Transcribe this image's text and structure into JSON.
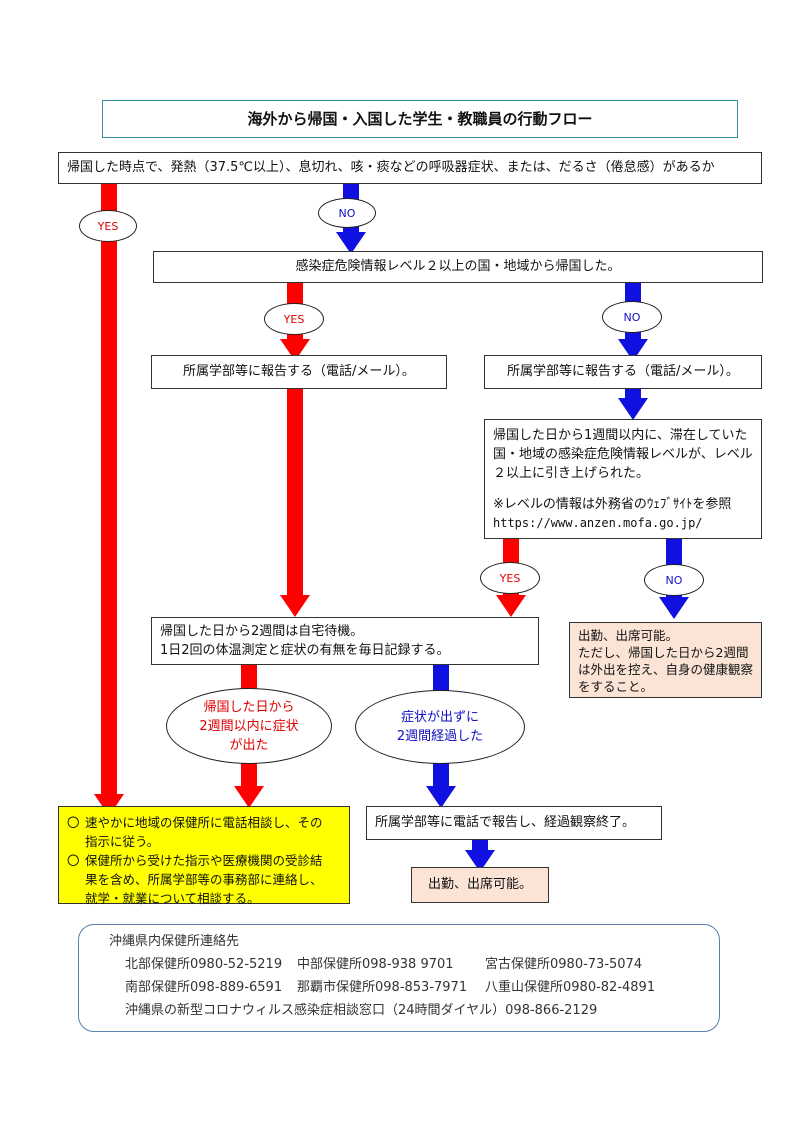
{
  "title": "海外から帰国・入国した学生・教職員の行動フロー",
  "q1": "帰国した時点で、発熱（37.5℃以上）、息切れ、咳・痰などの呼吸器症状、または、だるさ（倦怠感）があるか",
  "yes": "YES",
  "no": "NO",
  "q2": "感染症危険情報レベル２以上の国・地域から帰国した。",
  "report_left": "所属学部等に報告する（電話/メール）。",
  "report_right": "所属学部等に報告する（電話/メール）。",
  "raised": {
    "line1": "帰国した日から1週間以内に、滞在していた",
    "line2": "国・地域の感染症危険情報レベルが、レベル",
    "line3": "２以上に引き上げられた。",
    "note1": "※レベルの情報は外務省のｳｪﾌﾞｻｲﾄを参照",
    "note2": "https://www.anzen.mofa.go.jp/"
  },
  "standby": {
    "line1": "帰国した日から2週間は自宅待機。",
    "line2": "1日2回の体温測定と症状の有無を毎日記録する。"
  },
  "ok_watch": {
    "line1": "出勤、出席可能。",
    "line2": "ただし、帰国した日から2週間",
    "line3": "は外出を控え、自身の健康観察",
    "line4": "をすること。"
  },
  "symptom": {
    "line1": "帰国した日から",
    "line2": "2週間以内に症状",
    "line3": "が出た"
  },
  "nosymptom": {
    "line1": "症状が出ずに",
    "line2": "2週間経過した"
  },
  "consult": {
    "mark": "〇",
    "item1a": "速やかに地域の保健所に電話相談し、その",
    "item1b": "指示に従う。",
    "item2a": "保健所から受けた指示や医療機関の受診結",
    "item2b": "果を含め、所属学部等の事務部に連絡し、",
    "item2c": "就学・就業について相談する。"
  },
  "final_report": "所属学部等に電話で報告し、経過観察終了。",
  "final_ok": "出勤、出席可能。",
  "contacts": {
    "heading": "沖縄県内保健所連絡先",
    "row1": [
      "北部保健所0980-52-5219",
      "中部保健所098-938 9701",
      "宮古保健所0980-73-5074"
    ],
    "row2": [
      "南部保健所098-889-6591",
      "那覇市保健所098-853-7971",
      "八重山保健所0980-82-4891"
    ],
    "hotline": "沖縄県の新型コロナウィルス感染症相談窓口（24時間ダイヤル）098-866-2129"
  },
  "colors": {
    "red": "#ff0000",
    "blue": "#1010e0",
    "yellow": "#ffff00",
    "peach": "#fbe4d6"
  }
}
